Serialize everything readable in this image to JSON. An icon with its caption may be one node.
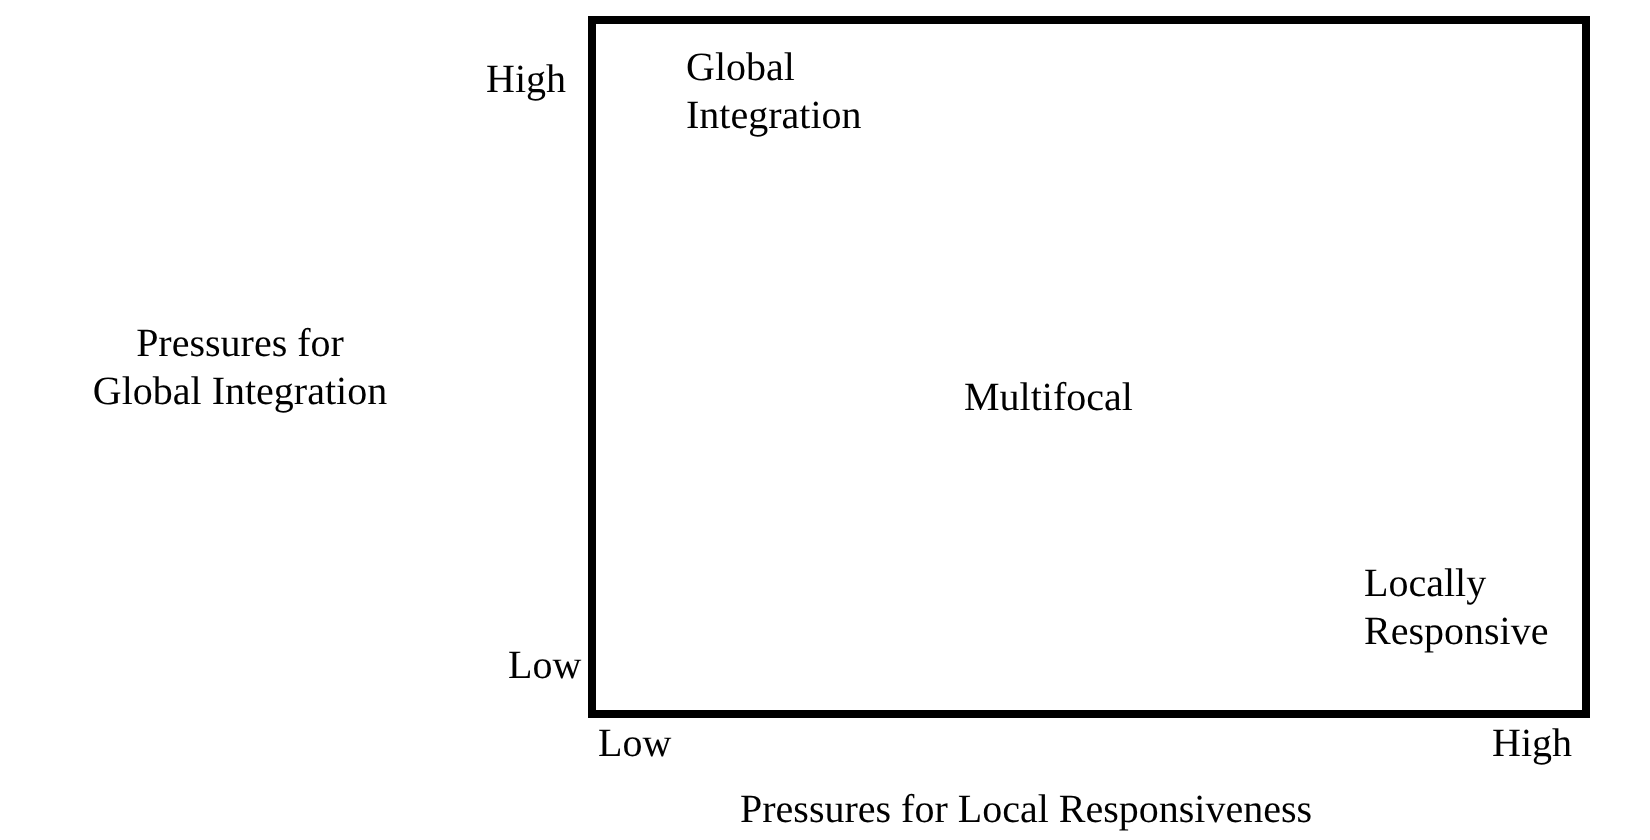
{
  "diagram": {
    "nodes": [
      {
        "text": [
          "Global Integration",
          "Multifocal",
          "Locally Responsive"
        ]
      }
    ],
    "labels": [
      "High",
      "Pressures for Global Integration",
      "Low",
      "Low",
      "High",
      "Pressures for Local Responsiveness"
    ]
  }
}
